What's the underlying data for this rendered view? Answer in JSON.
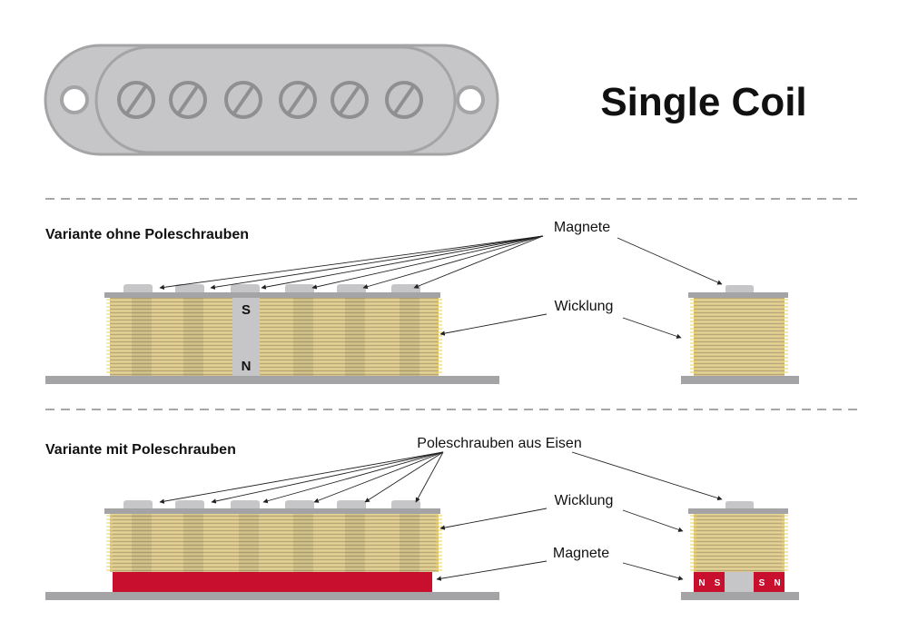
{
  "title": "Single Coil",
  "sections": [
    {
      "heading": "Variante ohne Poleschrauben"
    },
    {
      "heading": "Variante mit Poleschrauben"
    }
  ],
  "labels": {
    "magnete_top": "Magnete",
    "wicklung_top": "Wicklung",
    "pole_label": "Poleschrauben aus Eisen",
    "wicklung_bottom": "Wicklung",
    "magnete_bottom": "Magnete"
  },
  "magnet_poles": {
    "south": "S",
    "north": "N"
  },
  "colors": {
    "coil_gold": "#d8c68e",
    "wire_yellow": "#f2d24a",
    "wire_dark": "#9a8860",
    "gray_dark": "#a4a4a6",
    "gray_light": "#c6c6c8",
    "magnet_red": "#c8102e",
    "text": "#111111"
  }
}
